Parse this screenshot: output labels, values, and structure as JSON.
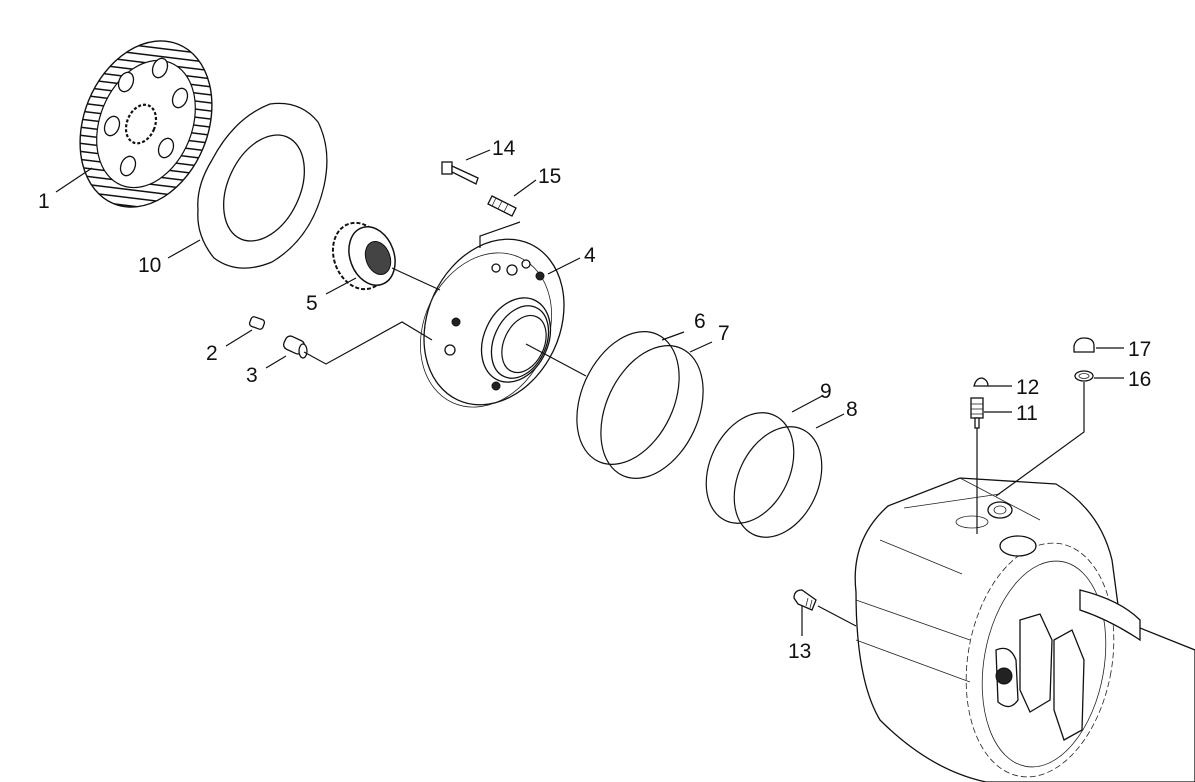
{
  "diagram": {
    "callouts": {
      "c1": "1",
      "c2": "2",
      "c3": "3",
      "c4": "4",
      "c5": "5",
      "c6": "6",
      "c7": "7",
      "c8": "8",
      "c9": "9",
      "c10": "10",
      "c11": "11",
      "c12": "12",
      "c13": "13",
      "c14": "14",
      "c15": "15",
      "c16": "16",
      "c17": "17"
    },
    "colors": {
      "line": "#111111",
      "background": "#ffffff"
    }
  }
}
